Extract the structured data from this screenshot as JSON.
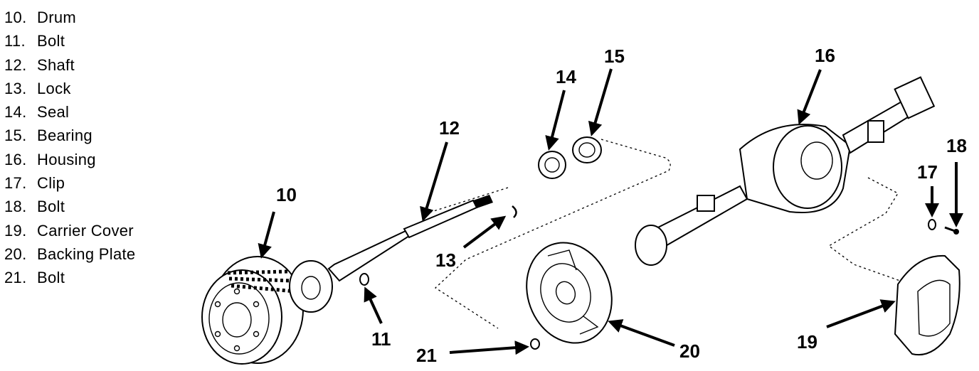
{
  "legend": {
    "items": [
      {
        "num": "10.",
        "label": "Drum"
      },
      {
        "num": "11.",
        "label": "Bolt"
      },
      {
        "num": "12.",
        "label": "Shaft"
      },
      {
        "num": "13.",
        "label": "Lock"
      },
      {
        "num": "14.",
        "label": "Seal"
      },
      {
        "num": "15.",
        "label": "Bearing"
      },
      {
        "num": "16.",
        "label": "Housing"
      },
      {
        "num": "17.",
        "label": "Clip"
      },
      {
        "num": "18.",
        "label": "Bolt"
      },
      {
        "num": "19.",
        "label": "Carrier Cover"
      },
      {
        "num": "20.",
        "label": "Backing Plate"
      },
      {
        "num": "21.",
        "label": "Bolt"
      }
    ]
  },
  "callouts": {
    "c10": "10",
    "c11": "11",
    "c12": "12",
    "c13": "13",
    "c14": "14",
    "c15": "15",
    "c16": "16",
    "c17": "17",
    "c18": "18",
    "c19": "19",
    "c20": "20",
    "c21": "21"
  }
}
